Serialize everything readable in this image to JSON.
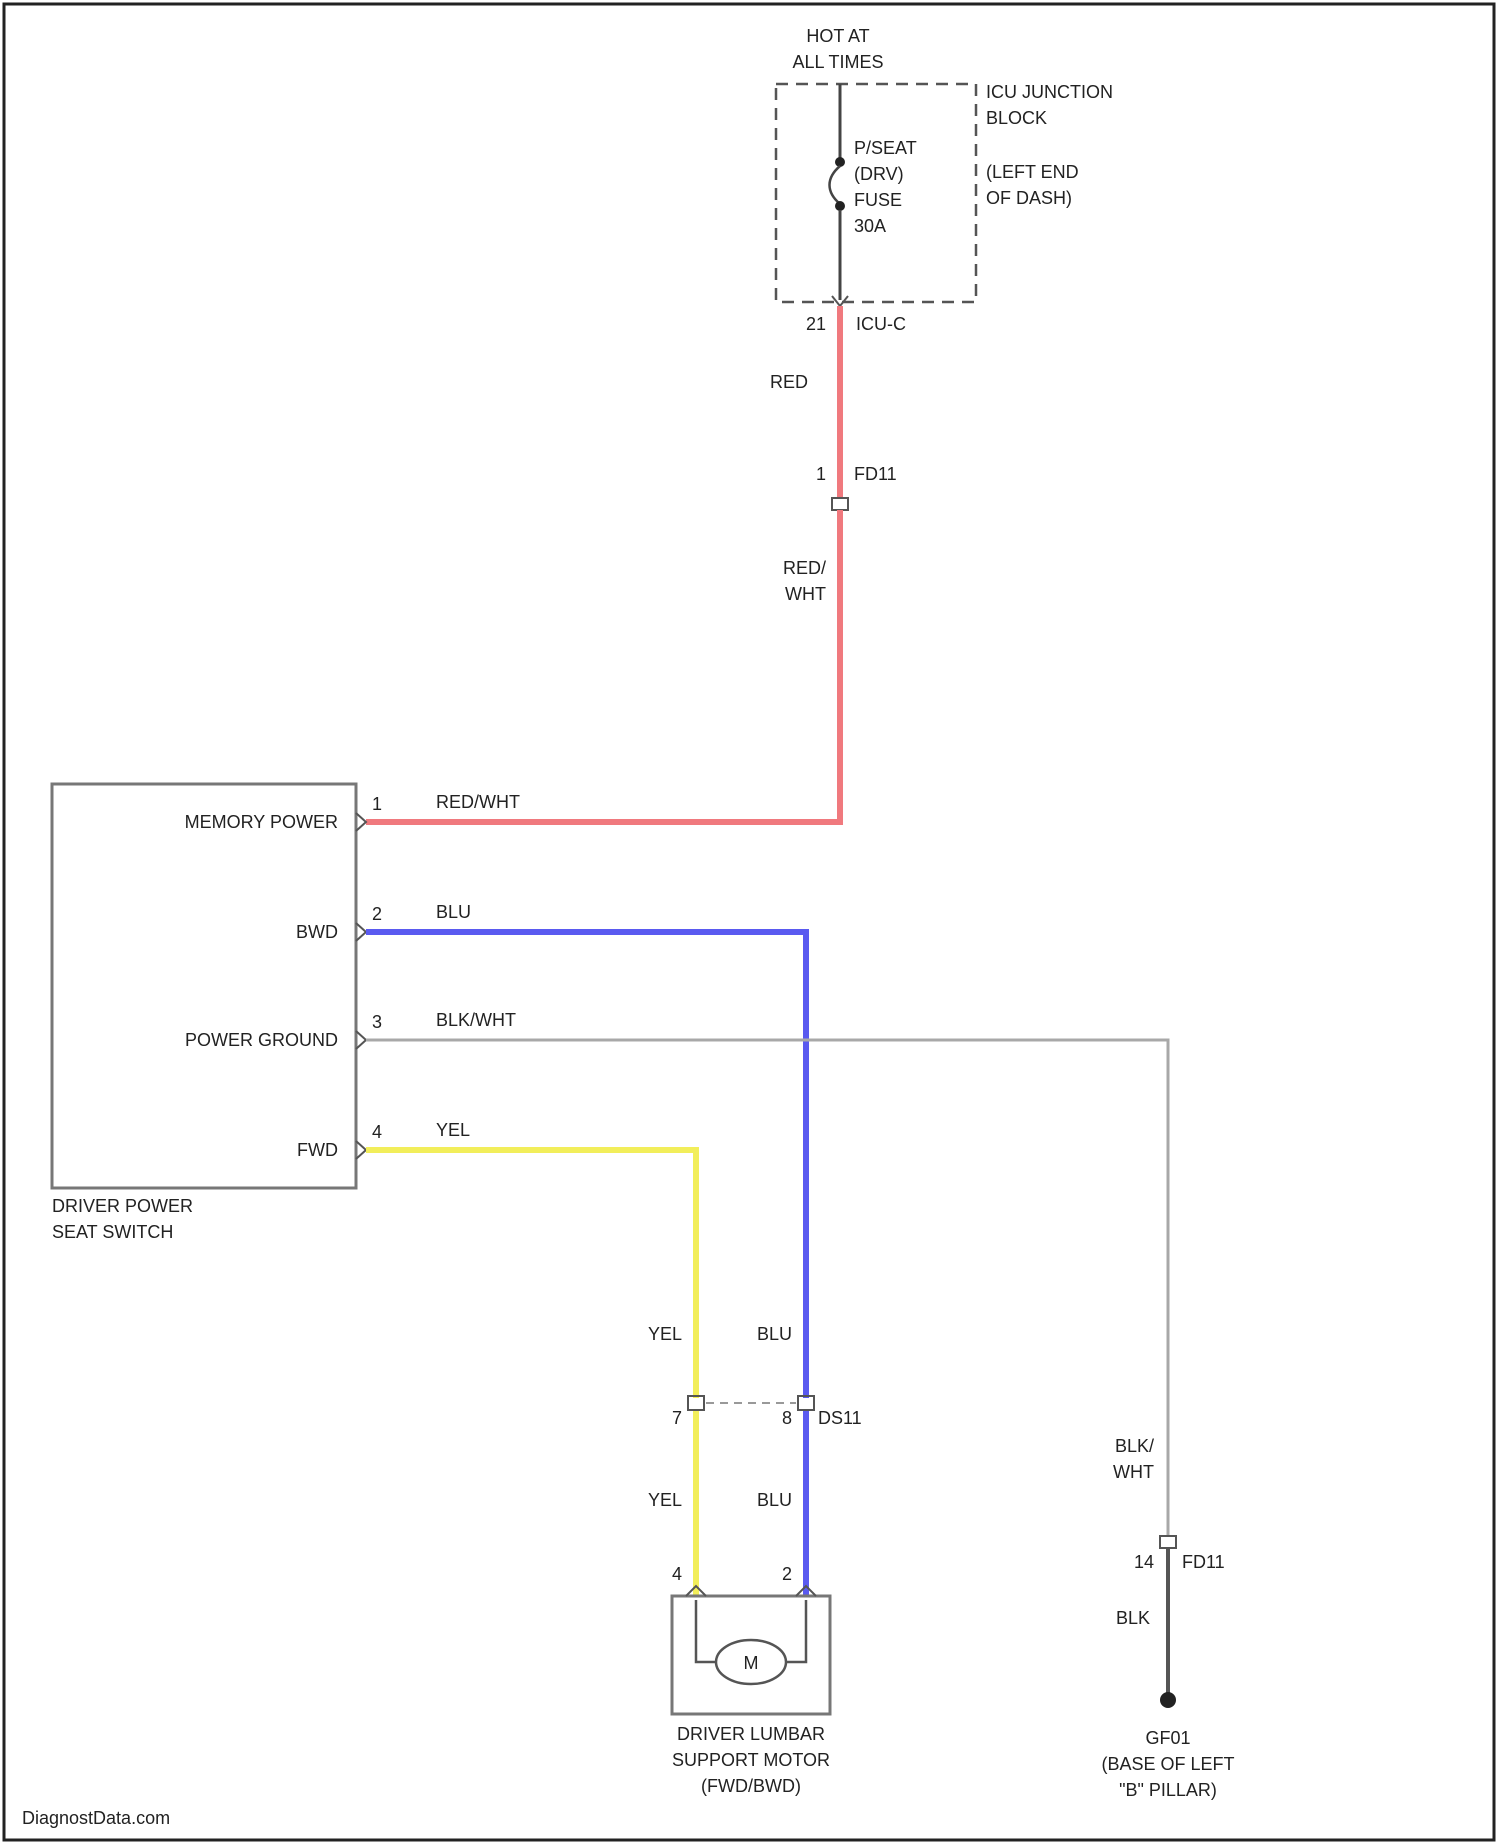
{
  "power_source": {
    "label_line1": "HOT AT",
    "label_line2": "ALL TIMES"
  },
  "junction_block": {
    "name_line1": "ICU JUNCTION",
    "name_line2": "BLOCK",
    "location_line1": "(LEFT END",
    "location_line2": "OF DASH)",
    "fuse_line1": "P/SEAT",
    "fuse_line2": "(DRV)",
    "fuse_line3": "FUSE",
    "fuse_line4": "30A",
    "pin": "21",
    "connector": "ICU-C"
  },
  "inline_connector_top": {
    "pin": "1",
    "name": "FD11"
  },
  "wire_labels": {
    "red": "RED",
    "red_wht_line1": "RED/",
    "red_wht_line2": "WHT",
    "red_wht_pin1": "RED/WHT",
    "blu_pin2": "BLU",
    "blk_wht_pin3": "BLK/WHT",
    "yel_pin4": "YEL",
    "yel_upper": "YEL",
    "blu_upper": "BLU",
    "yel_lower": "YEL",
    "blu_lower": "BLU",
    "blk_wht_line1": "BLK/",
    "blk_wht_line2": "WHT",
    "blk": "BLK"
  },
  "seat_switch": {
    "pins": [
      {
        "number": "1",
        "name": "MEMORY POWER"
      },
      {
        "number": "2",
        "name": "BWD"
      },
      {
        "number": "3",
        "name": "POWER GROUND"
      },
      {
        "number": "4",
        "name": "FWD"
      }
    ],
    "caption_line1": "DRIVER POWER",
    "caption_line2": "SEAT SWITCH"
  },
  "inline_connector_lower": {
    "pin_yel": "7",
    "pin_blu": "8",
    "name": "DS11"
  },
  "ground_connector": {
    "pin": "14",
    "name": "FD11"
  },
  "motor": {
    "pin_left": "4",
    "pin_right": "2",
    "symbol": "M",
    "caption_line1": "DRIVER LUMBAR",
    "caption_line2": "SUPPORT MOTOR",
    "caption_line3": "(FWD/BWD)"
  },
  "ground": {
    "name": "GF01",
    "location_line1": "(BASE OF LEFT",
    "location_line2": "\"B\" PILLAR)"
  },
  "footer": {
    "watermark": "DiagnostData.com"
  },
  "colors": {
    "red_wire": "#f0797e",
    "blue_wire": "#5a5af0",
    "yellow_wire": "#f2ee5a",
    "gray_wire": "#a8a8a8",
    "black_wire": "#555555",
    "line": "#222222"
  }
}
